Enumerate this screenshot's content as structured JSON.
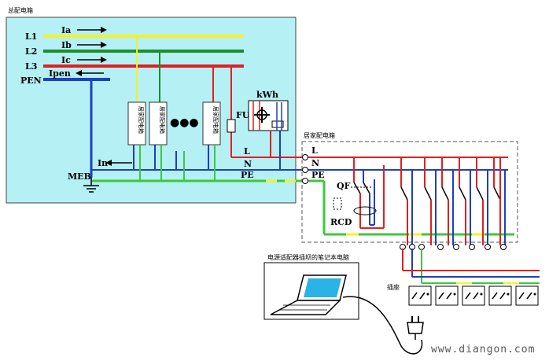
{
  "main_box": {
    "title": "总配电箱",
    "fill": "#b5f0f5"
  },
  "bus": [
    {
      "name": "L1",
      "current": "Ia",
      "color": "#f2f22a"
    },
    {
      "name": "L2",
      "current": "Ib",
      "color": "#1b8f2a"
    },
    {
      "name": "L3",
      "current": "Ic",
      "color": "#e02020"
    },
    {
      "name": "PEN",
      "current": "Ipen",
      "color": "#1f3fbf"
    }
  ],
  "sub_boxes": [
    "居家配电箱",
    "居家配电箱",
    "居家配电箱"
  ],
  "dots": "●●●",
  "meter": "kWh",
  "fuse": "FU",
  "in_label": "In",
  "meb": "MEB",
  "inner_labels": {
    "l": "L",
    "n": "N",
    "pe": "PE"
  },
  "home_box": {
    "title": "居家配电箱",
    "l": "L",
    "n": "N",
    "pe": "PE",
    "qf": "QF",
    "rcd": "RCD"
  },
  "laptop_label": "电源适配器插坝的笔记本电脑",
  "socket_label": "插座",
  "watermark": "www.diangon.com",
  "colors": {
    "phase": "#e02020",
    "neutral": "#1f3fbf",
    "pe_green": "#3cc83c",
    "pe_yellow": "#f2f22a"
  }
}
